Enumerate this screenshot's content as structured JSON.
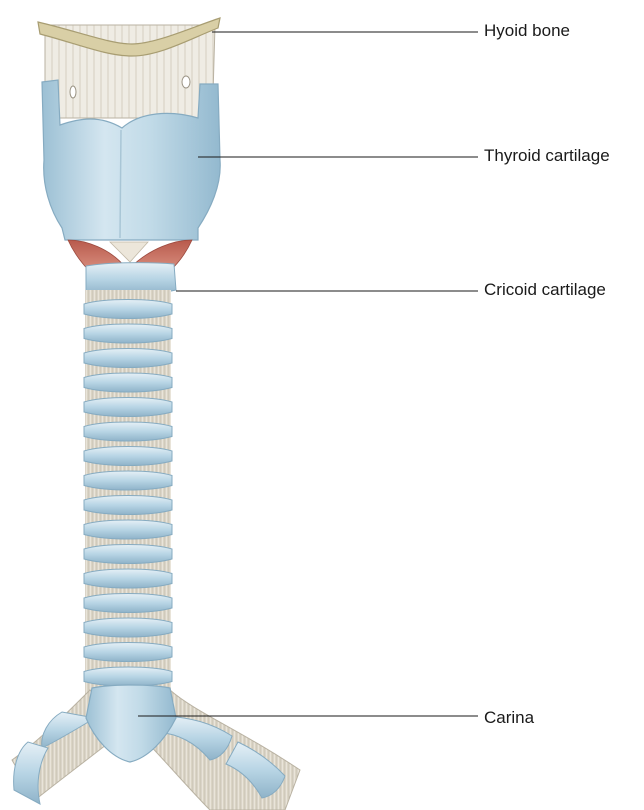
{
  "labels": {
    "hyoid": "Hyoid bone",
    "thyroid": "Thyroid cartilage",
    "cricoid": "Cricoid cartilage",
    "carina": "Carina"
  },
  "colors": {
    "cartilage": "#bcd7e6",
    "cartilage_highlight": "#e3eef5",
    "cartilage_shadow": "#8fb6cc",
    "membrane": "#e9e4d8",
    "membrane_lines": "#b8b0a0",
    "hyoid_bone": "#d9cfa6",
    "muscle": "#d07a6a",
    "leader_line": "#1a1a1a"
  }
}
